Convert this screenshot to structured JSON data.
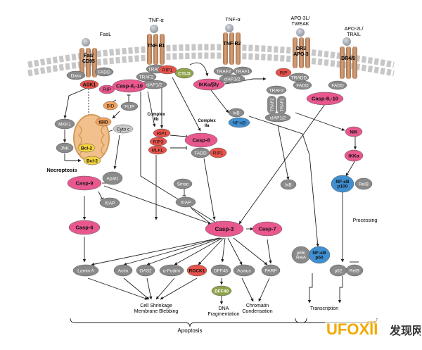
{
  "colors": {
    "pink": "#e8588f",
    "gray": "#8a8a8a",
    "light_gray": "#c9c9c9",
    "red": "#e5534b",
    "orange": "#f5a15c",
    "yellow": "#f5d340",
    "blue": "#3f8fd1",
    "olive": "#8fa34a",
    "receptor": "#c08a63",
    "ligand": "#9aa0a6",
    "membrane": "#d8d8d8"
  },
  "ligands": {
    "fasl": "FasL",
    "tnfa1": "TNF-α",
    "tnfa2": "TNF-α",
    "apo3l": [
      "APO-3L/",
      "TWEAK"
    ],
    "apo2l": [
      "APO-2L/",
      "TRAIL"
    ]
  },
  "receptors": {
    "fas": [
      "Fas/",
      "CD95"
    ],
    "tnfr1": "TNF-R1",
    "tnfr2": "TNF-R2",
    "dr3": [
      "DR3",
      "APO-3"
    ],
    "dr45": "DR4/5"
  },
  "nodes": {
    "daxx": "Daxx",
    "fadd1": "FADD",
    "tradd1": "TRADD",
    "traf2_1": "TRAF2",
    "rip1_top": "RIP1",
    "ciap12_1": "cIAP1/2",
    "cyld": "CYLD",
    "traf2_2": "TRAF2",
    "traf1": "TRAF1",
    "ciap12_2": "cIAP1/2",
    "ikk": "IKKα/β/γ",
    "rip_dr3": "RIP",
    "tradd_dr3": "TRADD",
    "fadd_dr3": "FADD",
    "fadd_dr45": "FADD",
    "casp810_right": "Casp-8,-10",
    "traf3": "TRAF3",
    "traf2_v": "TRAF2",
    "traf1_v": "TRAF1",
    "ciap12_3": "cIAP1/2",
    "ask1": "ASK1",
    "rip": "RIP",
    "casp810_left": "Casp-8,-10",
    "bid": "BID",
    "flip": "FLIP",
    "tbid": "tBID",
    "cytoc": "Cyto c",
    "mkk1": "MKK1",
    "jnk": "JNK",
    "bcl2_a": "Bcl-2",
    "bcl2_b": "Bcl-2",
    "apaf1": "Apaf1",
    "casp9": "Casp-9",
    "xiap_left": "XIAP",
    "casp6": "Casp-6",
    "complex_iib": [
      "Complex",
      "IIb"
    ],
    "complex_iia": [
      "Complex",
      "IIa"
    ],
    "rip1_b": "RIP1",
    "rip3": "RIP3",
    "mlkl": "MLKL",
    "casp8": "Casp-8",
    "fadd_c": "FADD",
    "rip1_c": "RIP1",
    "ikb1": "IκB",
    "nfkb1": "NF-κB",
    "ikb2": "IκB",
    "nik": "NIK",
    "ikka": "IKKα",
    "nfkb_p100": [
      "NF-κB",
      "p100"
    ],
    "relb1": "RelB",
    "processing": "Processing",
    "smac": "Smac",
    "xiap_mid": "XIAP",
    "necroptosis": "Necroptosis",
    "casp3": "Casp-3",
    "casp7": "Casp-7",
    "p65rela": [
      "p65/",
      "RelA"
    ],
    "nfkb_p50": [
      "NF-κB",
      "p50"
    ],
    "p52": "p52",
    "relb2": "RelB",
    "lamina": "Lamin A",
    "actin": "Actin",
    "gas2": "GAS2",
    "afodrin": "α-Fodrin",
    "rock1": "ROCK1",
    "dff45": "DFF45",
    "acinus": "Acinus",
    "parp": "PARP",
    "dff40": "DFF40"
  },
  "outcomes": {
    "cell_shrinkage": [
      "Cell Shrinkage",
      "Membrane Blebbing"
    ],
    "dna_frag": [
      "DNA",
      "Fragmentation"
    ],
    "chromatin": [
      "Chromatin",
      "Condensation"
    ],
    "transcription": "Transcription",
    "apoptosis": "Apoptosis"
  },
  "watermark": {
    "brand": "UFOXII",
    "domain": ".com",
    "cn": "发现网"
  }
}
